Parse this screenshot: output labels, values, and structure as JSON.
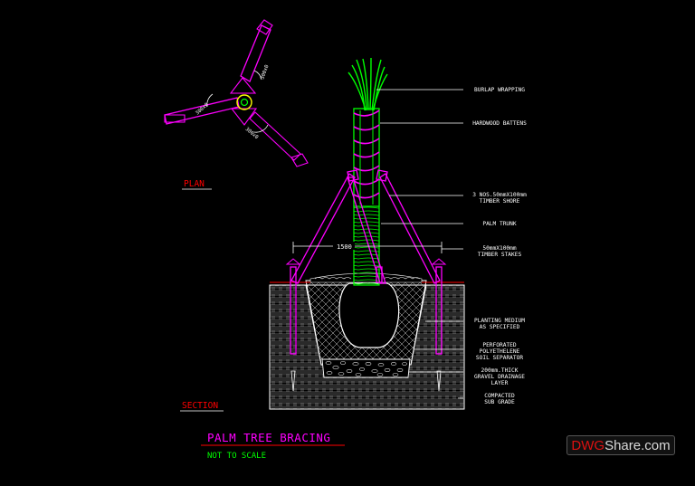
{
  "title": "PALM TREE BRACING",
  "subtitle": "NOT TO SCALE",
  "plan_label": "PLAN",
  "section_label": "SECTION",
  "plan_dims": [
    "300x0",
    "300x0",
    "300x0"
  ],
  "dimension_label": "1500",
  "callouts": [
    {
      "lines": [
        "BURLAP WRAPPING"
      ]
    },
    {
      "lines": [
        "HARDWOOD BATTENS"
      ]
    },
    {
      "lines": [
        "3 NOS.50mmX100mm",
        "TIMBER SHORE"
      ]
    },
    {
      "lines": [
        "PALM TRUNK"
      ]
    },
    {
      "lines": [
        "50mmX100mm",
        "TIMBER STAKES"
      ]
    },
    {
      "lines": [
        "PLANTING MEDIUM",
        "AS SPECIFIED"
      ]
    },
    {
      "lines": [
        "PERFORATED",
        "POLYETHELENE",
        "SOIL SEPARATOR"
      ]
    },
    {
      "lines": [
        "200mm.THICK",
        "GRAVEL DRAINAGE",
        "LAYER"
      ]
    },
    {
      "lines": [
        "COMPACTED",
        "SUB GRADE"
      ]
    }
  ],
  "watermark": {
    "red": "DWG",
    "rest": "Share.com"
  },
  "colors": {
    "background": "#000000",
    "magenta": "#ff00ff",
    "green": "#00ff00",
    "white": "#ffffff",
    "red": "#ff0000",
    "yellow": "#ffff00"
  }
}
